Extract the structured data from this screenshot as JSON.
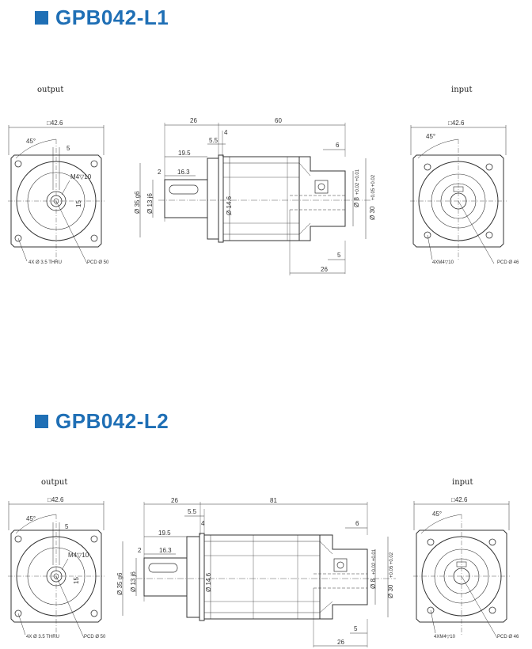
{
  "sections": [
    {
      "title": "GPB042-L1",
      "output_label": "output",
      "input_label": "input",
      "out_face": {
        "square": "□42.6",
        "angle": "45°",
        "offset": "5",
        "thread": "M4▽10",
        "key": "15",
        "holes": "4X Ø 3.5 THRU",
        "pcd": "PCD Ø 50"
      },
      "side": {
        "d26": "26",
        "d60": "60",
        "d4": "4",
        "d55": "5.5",
        "d195": "19.5",
        "d2": "2",
        "d163": "16.3",
        "d35": "Ø 35 g6",
        "d13": "Ø 13 j6",
        "d146": "Ø 14.6",
        "d8": "Ø 8",
        "tol8": "+0.02 +0.01",
        "d30": "Ø 30",
        "tol30": "+0.05 +0.02",
        "d6": "6",
        "d5": "5",
        "dlow26": "26"
      },
      "in_face": {
        "square": "□42.6",
        "angle": "45°",
        "holes": "4XM4▽10",
        "pcd": "PCD Ø 46"
      }
    },
    {
      "title": "GPB042-L2",
      "output_label": "output",
      "input_label": "input",
      "out_face": {
        "square": "□42.6",
        "angle": "45°",
        "offset": "5",
        "thread": "M4▽10",
        "key": "15",
        "holes": "4X Ø 3.5 THRU",
        "pcd": "PCD Ø 50"
      },
      "side": {
        "d26": "26",
        "d60": "81",
        "d4": "4",
        "d55": "5.5",
        "d195": "19.5",
        "d2": "2",
        "d163": "16.3",
        "d35": "Ø 35 g6",
        "d13": "Ø 13 j6",
        "d146": "Ø 14.6",
        "d8": "Ø 8",
        "tol8": "+0.02 +0.01",
        "d30": "Ø 30",
        "tol30": "+0.05 +0.02",
        "d6": "6",
        "d5": "5",
        "dlow26": "26"
      },
      "in_face": {
        "square": "□42.6",
        "angle": "45°",
        "holes": "4XM4▽10",
        "pcd": "PCD Ø 46"
      }
    }
  ],
  "colors": {
    "accent": "#1f6fb5",
    "line": "#333333"
  }
}
